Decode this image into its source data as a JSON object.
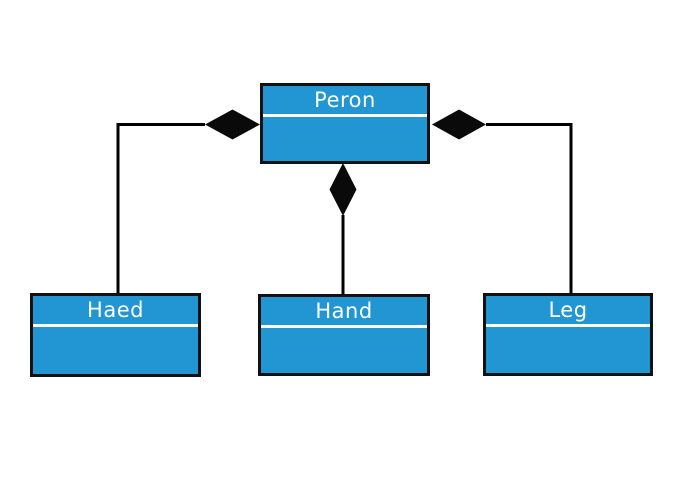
{
  "diagram": {
    "kind": "uml-class-composition-diagram",
    "colors": {
      "background": "#ffffff",
      "node_fill": "#2196d3",
      "node_border": "#111111",
      "divider": "#ffffff",
      "label_text": "#ffffff",
      "connector": "#000000",
      "diamond": "#0a0a0a"
    },
    "nodes": {
      "parent": {
        "name": "Peron"
      },
      "children": [
        {
          "name": "Haed"
        },
        {
          "name": "Hand"
        },
        {
          "name": "Leg"
        }
      ]
    },
    "connectors": [
      {
        "from": "Peron",
        "to": "Haed",
        "type": "composition",
        "diamond_at": "parent-left"
      },
      {
        "from": "Peron",
        "to": "Hand",
        "type": "composition",
        "diamond_at": "parent-bottom"
      },
      {
        "from": "Peron",
        "to": "Leg",
        "type": "composition",
        "diamond_at": "parent-right"
      }
    ]
  }
}
